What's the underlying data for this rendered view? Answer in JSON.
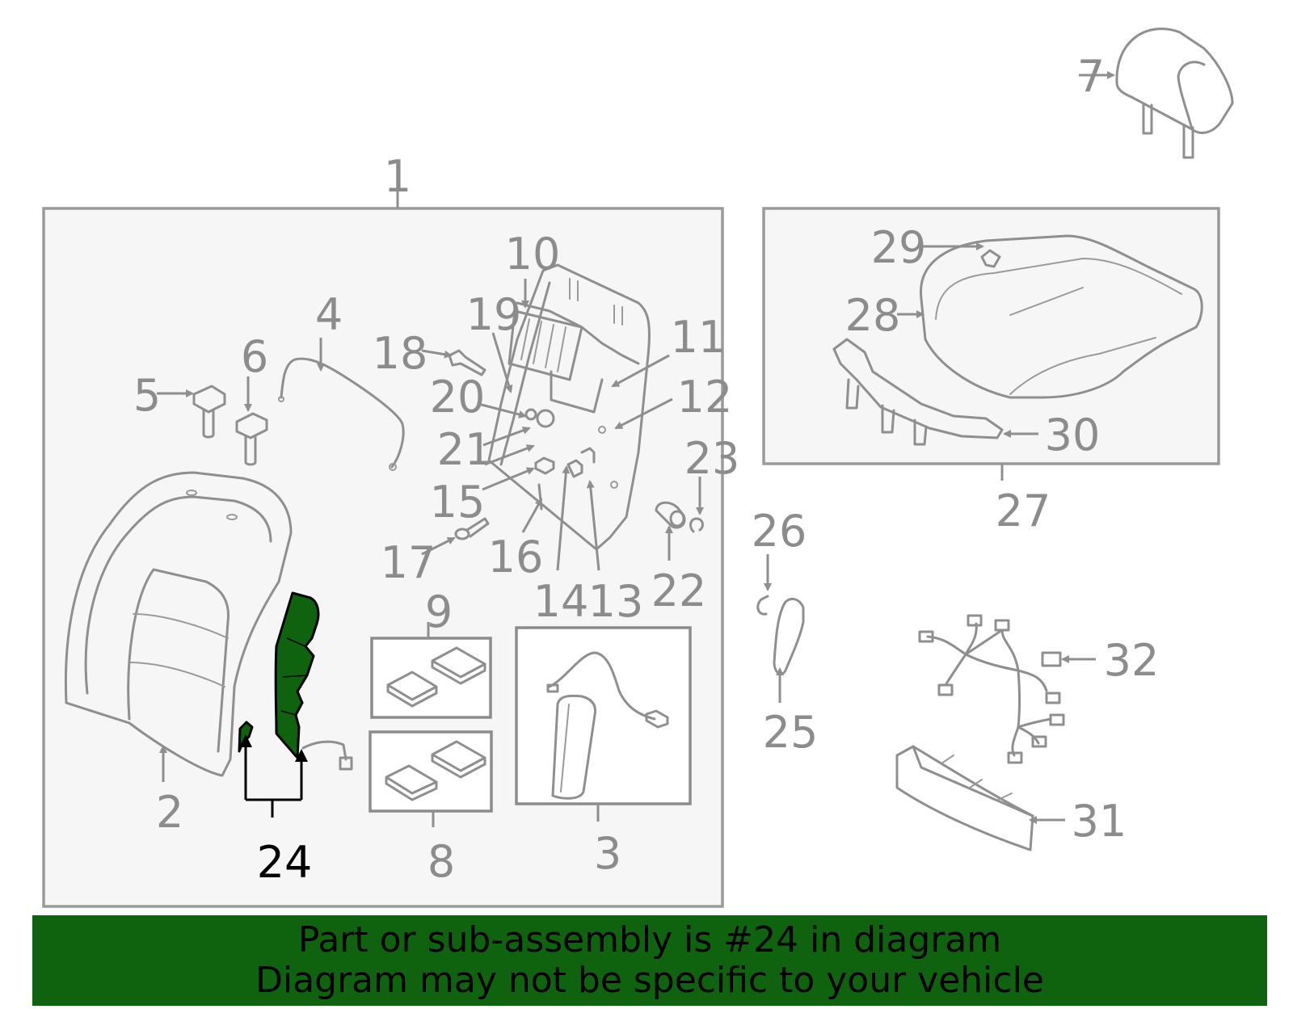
{
  "diagram": {
    "highlight_color": "#0f630f",
    "callouts": [
      "1",
      "2",
      "3",
      "4",
      "5",
      "6",
      "7",
      "8",
      "9",
      "10",
      "11",
      "12",
      "13",
      "14",
      "15",
      "16",
      "17",
      "18",
      "19",
      "20",
      "21",
      "22",
      "23",
      "24",
      "25",
      "26",
      "27",
      "28",
      "29",
      "30",
      "31",
      "32"
    ],
    "highlighted_part": "24"
  },
  "banner": {
    "line1": "Part or sub-assembly is #24 in diagram",
    "line2": "Diagram may not be specific to your vehicle"
  }
}
